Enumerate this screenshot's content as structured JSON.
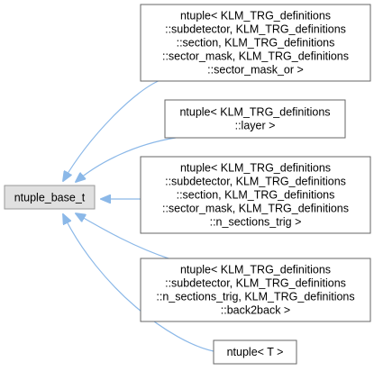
{
  "colors": {
    "edge": "#8bb8e8",
    "arrow_head": "#8bb8e8",
    "base_fill": "#e0e0e0",
    "base_border": "#999999",
    "node_fill": "#ffffff",
    "node_border": "#666666",
    "text": "#000000"
  },
  "base": {
    "id": "ntuple_base_t",
    "label": "ntuple_base_t"
  },
  "nodes": [
    {
      "id": "ntuple-sector-mask-or",
      "lines": [
        "ntuple< KLM_TRG_definitions",
        "::subdetector, KLM_TRG_definitions",
        "::section, KLM_TRG_definitions",
        "::sector_mask, KLM_TRG_definitions",
        "::sector_mask_or >"
      ]
    },
    {
      "id": "ntuple-layer",
      "lines": [
        "ntuple< KLM_TRG_definitions",
        "::layer >"
      ]
    },
    {
      "id": "ntuple-n-sections-trig",
      "lines": [
        "ntuple< KLM_TRG_definitions",
        "::subdetector, KLM_TRG_definitions",
        "::section, KLM_TRG_definitions",
        "::sector_mask, KLM_TRG_definitions",
        "::n_sections_trig >"
      ]
    },
    {
      "id": "ntuple-back2back",
      "lines": [
        "ntuple< KLM_TRG_definitions",
        "::subdetector, KLM_TRG_definitions",
        "::n_sections_trig, KLM_TRG_definitions",
        "::back2back >"
      ]
    },
    {
      "id": "ntuple-t",
      "lines": [
        "ntuple< T >"
      ]
    }
  ]
}
